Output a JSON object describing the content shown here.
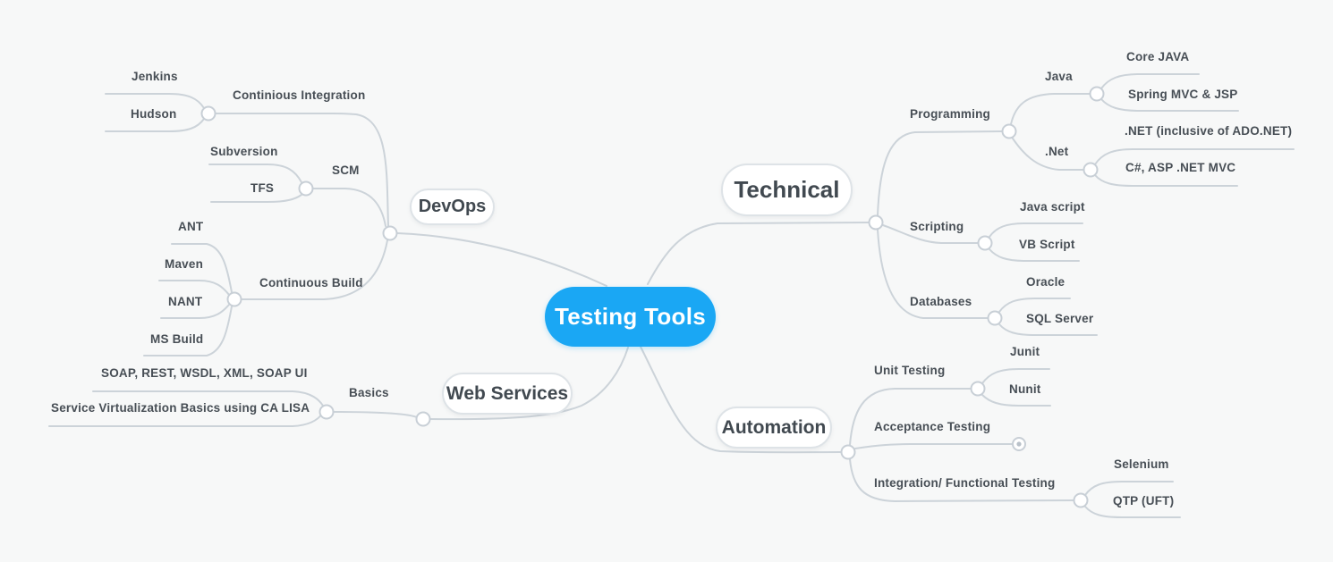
{
  "colors": {
    "background": "#f7f8f8",
    "center_node_bg": "#1aa7f4",
    "center_node_text": "#ffffff",
    "line": "#ccd3d9",
    "node_text": "#474e55",
    "pill_bg": "#ffffff",
    "pill_border": "#dee3e7"
  },
  "map": {
    "center": {
      "label": "Testing Tools"
    },
    "branches": [
      {
        "label": "Technical",
        "children": [
          {
            "label": "Programming",
            "children": [
              {
                "label": "Java",
                "children": [
                  {
                    "label": "Core JAVA"
                  },
                  {
                    "label": "Spring MVC & JSP"
                  }
                ]
              },
              {
                "label": ".Net",
                "children": [
                  {
                    "label": ".NET (inclusive of ADO.NET)"
                  },
                  {
                    "label": "C#, ASP .NET MVC"
                  }
                ]
              }
            ]
          },
          {
            "label": "Scripting",
            "children": [
              {
                "label": "Java script"
              },
              {
                "label": "VB Script"
              }
            ]
          },
          {
            "label": "Databases",
            "children": [
              {
                "label": "Oracle"
              },
              {
                "label": "SQL Server"
              }
            ]
          }
        ]
      },
      {
        "label": "Automation",
        "children": [
          {
            "label": "Unit Testing",
            "children": [
              {
                "label": "Junit"
              },
              {
                "label": "Nunit"
              }
            ]
          },
          {
            "label": "Acceptance Testing",
            "children": []
          },
          {
            "label": "Integration/ Functional Testing",
            "children": [
              {
                "label": "Selenium"
              },
              {
                "label": "QTP (UFT)"
              }
            ]
          }
        ]
      },
      {
        "label": "DevOps",
        "children": [
          {
            "label": "Continious Integration",
            "children": [
              {
                "label": "Jenkins"
              },
              {
                "label": "Hudson"
              }
            ]
          },
          {
            "label": "SCM",
            "children": [
              {
                "label": "Subversion"
              },
              {
                "label": "TFS"
              }
            ]
          },
          {
            "label": "Continuous Build",
            "children": [
              {
                "label": "ANT"
              },
              {
                "label": "Maven"
              },
              {
                "label": "NANT"
              },
              {
                "label": "MS Build"
              }
            ]
          }
        ]
      },
      {
        "label": "Web Services",
        "children": [
          {
            "label": "Basics",
            "children": [
              {
                "label": "SOAP, REST, WSDL, XML, SOAP UI"
              },
              {
                "label": "Service Virtualization Basics using CA LISA"
              }
            ]
          }
        ]
      }
    ]
  }
}
